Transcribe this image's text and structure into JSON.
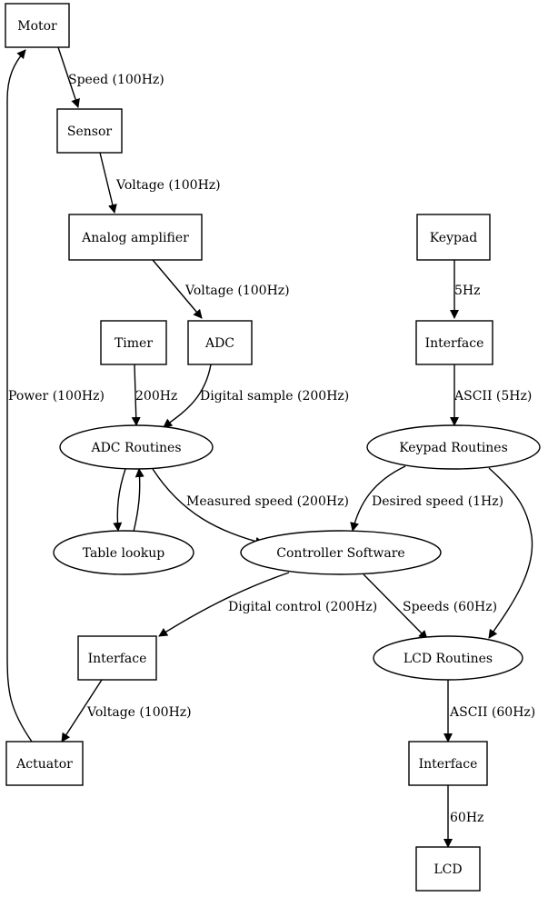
{
  "nodes": {
    "motor": "Motor",
    "sensor": "Sensor",
    "analog_amplifier": "Analog amplifier",
    "keypad": "Keypad",
    "timer": "Timer",
    "adc": "ADC",
    "keypad_interface": "Interface",
    "adc_routines": "ADC Routines",
    "keypad_routines": "Keypad Routines",
    "table_lookup": "Table lookup",
    "controller_software": "Controller Software",
    "actuator_interface": "Interface",
    "lcd_routines": "LCD Routines",
    "actuator": "Actuator",
    "lcd_interface": "Interface",
    "lcd": "LCD"
  },
  "edges": {
    "motor_to_sensor": "Speed (100Hz)",
    "sensor_to_amplifier": "Voltage (100Hz)",
    "amplifier_to_adc": "Voltage (100Hz)",
    "keypad_to_interface": "5Hz",
    "actuator_to_motor": "Power (100Hz)",
    "timer_to_adc_routines": "200Hz",
    "adc_to_adc_routines": "Digital sample (200Hz)",
    "interface_to_keypad_routines": "ASCII (5Hz)",
    "adc_routines_to_controller": "Measured speed (200Hz)",
    "keypad_routines_to_controller": "Desired speed (1Hz)",
    "controller_to_interface": "Digital control (200Hz)",
    "controller_to_lcd_routines": "Speeds (60Hz)",
    "interface_to_actuator": "Voltage (100Hz)",
    "lcd_routines_to_interface": "ASCII (60Hz)",
    "interface_to_lcd": "60Hz"
  }
}
